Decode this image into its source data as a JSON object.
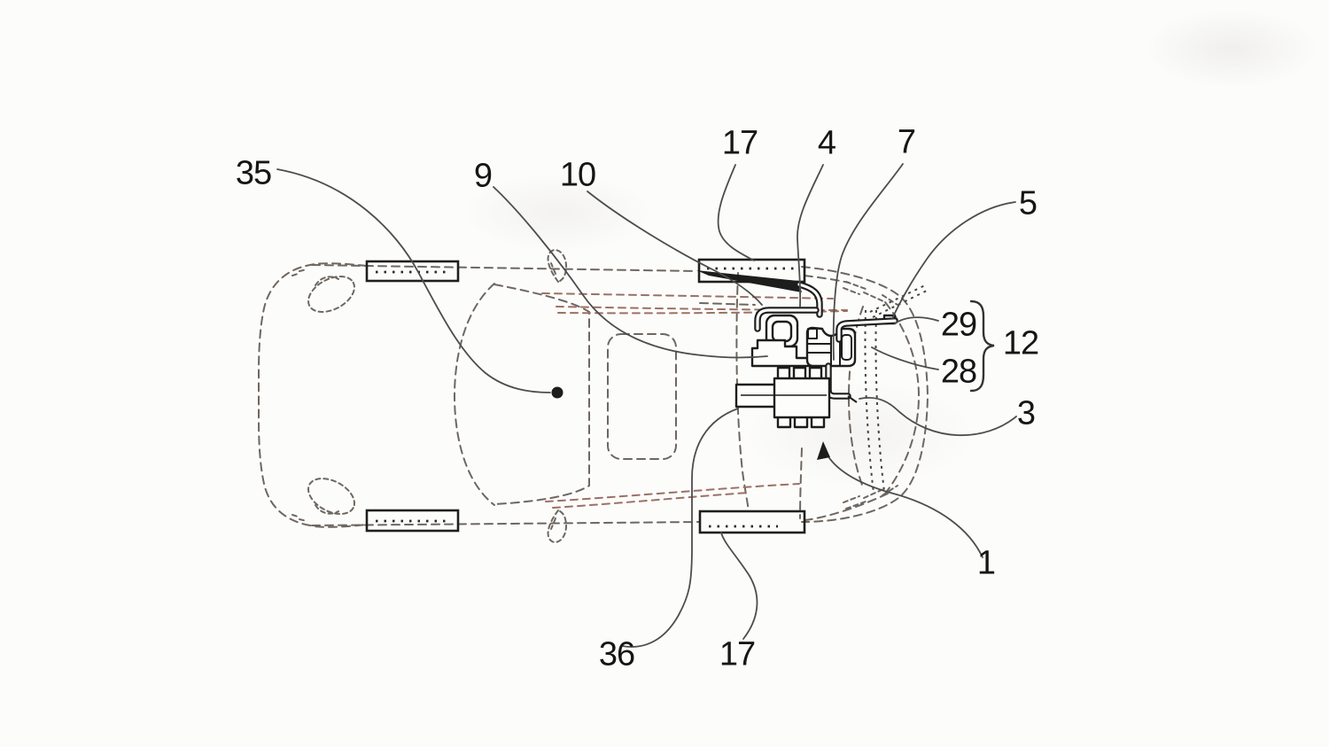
{
  "figure": {
    "kind": "patent_line_drawing",
    "subject": "car top view with rear latch-actuator assembly and numbered reference leaders",
    "labels": [
      {
        "ref": "35"
      },
      {
        "ref": "9"
      },
      {
        "ref": "10"
      },
      {
        "ref": "17"
      },
      {
        "ref": "4"
      },
      {
        "ref": "7"
      },
      {
        "ref": "5"
      },
      {
        "ref": "29"
      },
      {
        "ref": "28"
      },
      {
        "ref": "12"
      },
      {
        "ref": "3"
      },
      {
        "ref": "1"
      },
      {
        "ref": "36"
      },
      {
        "ref": "17"
      }
    ],
    "grouping": {
      "brace_joins": [
        "29",
        "28"
      ],
      "brace_result": "12"
    },
    "palette": {
      "paper": "#fcfcfb",
      "ink": "#1d1d1d",
      "leader_line": "#4d4d4d",
      "phantom_dash": "#6e675f",
      "phantom_dash_warm": "#9a7165"
    }
  }
}
